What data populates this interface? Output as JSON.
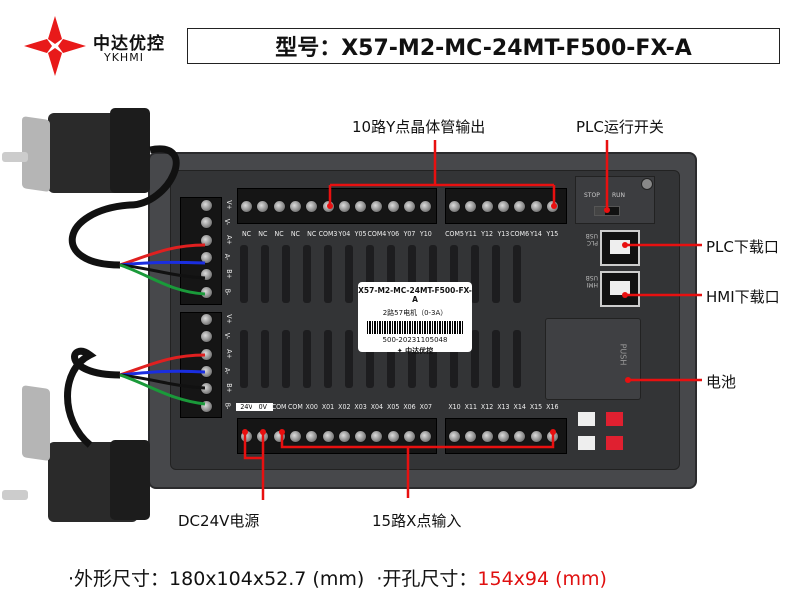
{
  "brand": {
    "name_cn": "中达优控",
    "name_en": "YKHMI",
    "logo_color": "#e81a1a"
  },
  "title": "型号：X57-M2-MC-24MT-F500-FX-A",
  "callouts": {
    "y_output": "10路Y点晶体管输出",
    "run_switch": "PLC运行开关",
    "plc_port": "PLC下载口",
    "hmi_port": "HMI下载口",
    "battery": "电池",
    "power": "DC24V电源",
    "x_input": "15路X点输入"
  },
  "top_terminals": {
    "left": [
      "NC",
      "NC",
      "NC",
      "NC",
      "NC",
      "COM3",
      "Y04",
      "Y05",
      "COM4",
      "Y06",
      "Y07",
      "Y10"
    ],
    "right": [
      "COM5",
      "Y11",
      "Y12",
      "Y13",
      "COM6",
      "Y14",
      "Y15"
    ]
  },
  "bottom_terminals": {
    "left": [
      "24V",
      "0V",
      "COM",
      "COM",
      "X00",
      "X01",
      "X02",
      "X03",
      "X04",
      "X05",
      "X06",
      "X07"
    ],
    "right": [
      "X10",
      "X11",
      "X12",
      "X13",
      "X14",
      "X15",
      "X16"
    ]
  },
  "motor_terminals": [
    "V+",
    "V-",
    "A+",
    "A-",
    "B+",
    "B-"
  ],
  "switch_labels": [
    "STOP",
    "RUN"
  ],
  "port_labels": [
    "PLC USB",
    "HMI USB"
  ],
  "battery_cover": "PUSH",
  "sticker": {
    "model": "X57-M2-MC-24MT-F500-FX-A",
    "desc": "2路57电机（0-3A）",
    "serial": "500-20231105048",
    "brand": "中达优控"
  },
  "footer": {
    "outer_label": "·外形尺寸：",
    "outer_value": "180x104x52.7 (mm)",
    "cutout_label": "·开孔尺寸：",
    "cutout_value": "154x94 (mm)"
  },
  "colors": {
    "callout_line": "#e81010",
    "wire_red": "#e02020",
    "wire_blue": "#1a2ee0",
    "wire_black": "#111111",
    "wire_green": "#1a9a3a"
  }
}
